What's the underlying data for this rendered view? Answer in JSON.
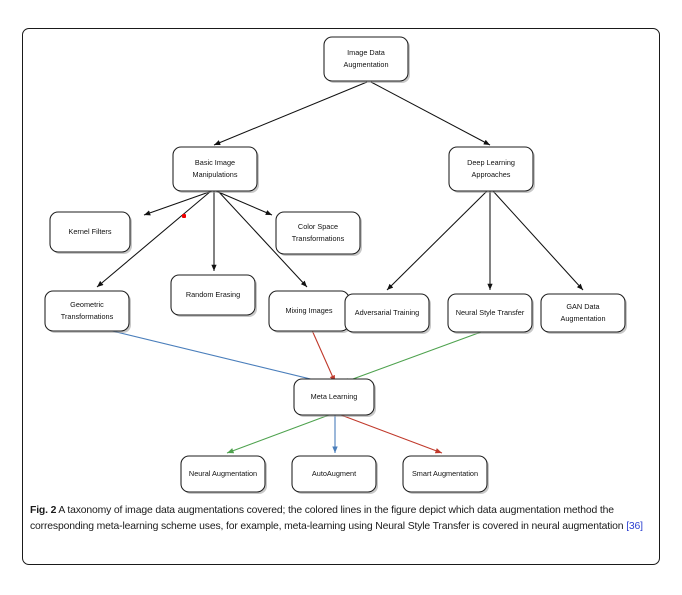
{
  "figure": {
    "label": "Fig. 2",
    "caption_text": " A taxonomy of image data augmentations covered; the colored lines in the figure depict which data augmentation method the corresponding meta-learning scheme uses, for example, meta-learning using Neural Style Transfer is covered in neural augmentation ",
    "citation": "[36]"
  },
  "colors": {
    "blue": "#4a7ebb",
    "red": "#c0392b",
    "green": "#4ea24e",
    "black": "#111111",
    "citation_blue": "#2b3fd0",
    "marker_red": "#ef0000"
  },
  "nodes": {
    "root": {
      "label": "Image Data Augmentation",
      "lines": [
        "Image Data",
        "Augmentation"
      ]
    },
    "basic": {
      "label": "Basic Image Manipulations",
      "lines": [
        "Basic Image",
        "Manipulations"
      ]
    },
    "deep": {
      "label": "Deep Learning Approaches",
      "lines": [
        "Deep Learning",
        "Approaches"
      ]
    },
    "kernel": {
      "label": "Kernel Filters",
      "lines": [
        "Kernel Filters"
      ]
    },
    "colorspace": {
      "label": "Color Space Transformations",
      "lines": [
        "Color Space",
        "Transformations"
      ]
    },
    "random_erasing": {
      "label": "Random Erasing",
      "lines": [
        "Random Erasing"
      ]
    },
    "geometric": {
      "label": "Geometric Transformations",
      "lines": [
        "Geometric",
        "Transformations"
      ]
    },
    "mixing": {
      "label": "Mixing Images",
      "lines": [
        "Mixing Images"
      ]
    },
    "adversarial": {
      "label": "Adversarial Training",
      "lines": [
        "Adversarial Training"
      ]
    },
    "nst": {
      "label": "Neural Style Transfer",
      "lines": [
        "Neural Style Transfer"
      ]
    },
    "gan": {
      "label": "GAN Data Augmentation",
      "lines": [
        "GAN Data",
        "Augmentation"
      ]
    },
    "meta": {
      "label": "Meta Learning",
      "lines": [
        "Meta Learning"
      ]
    },
    "neural_aug": {
      "label": "Neural Augmentation",
      "lines": [
        "Neural Augmentation"
      ]
    },
    "autoaugment": {
      "label": "AutoAugment",
      "lines": [
        "AutoAugment"
      ]
    },
    "smart_aug": {
      "label": "Smart Augmentation",
      "lines": [
        "Smart Augmentation"
      ]
    }
  },
  "edges": [
    {
      "from": "root",
      "to": "basic",
      "color": "black"
    },
    {
      "from": "root",
      "to": "deep",
      "color": "black"
    },
    {
      "from": "basic",
      "to": "kernel",
      "color": "black"
    },
    {
      "from": "basic",
      "to": "colorspace",
      "color": "black"
    },
    {
      "from": "basic",
      "to": "random_erasing",
      "color": "black"
    },
    {
      "from": "basic",
      "to": "geometric",
      "color": "black"
    },
    {
      "from": "basic",
      "to": "mixing",
      "color": "black"
    },
    {
      "from": "deep",
      "to": "adversarial",
      "color": "black"
    },
    {
      "from": "deep",
      "to": "nst",
      "color": "black"
    },
    {
      "from": "deep",
      "to": "gan",
      "color": "black"
    },
    {
      "from": "geometric",
      "to": "meta",
      "color": "blue"
    },
    {
      "from": "mixing",
      "to": "meta",
      "color": "red"
    },
    {
      "from": "nst",
      "to": "meta",
      "color": "green"
    },
    {
      "from": "meta",
      "to": "neural_aug",
      "color": "green"
    },
    {
      "from": "meta",
      "to": "autoaugment",
      "color": "blue"
    },
    {
      "from": "meta",
      "to": "smart_aug",
      "color": "red"
    }
  ]
}
